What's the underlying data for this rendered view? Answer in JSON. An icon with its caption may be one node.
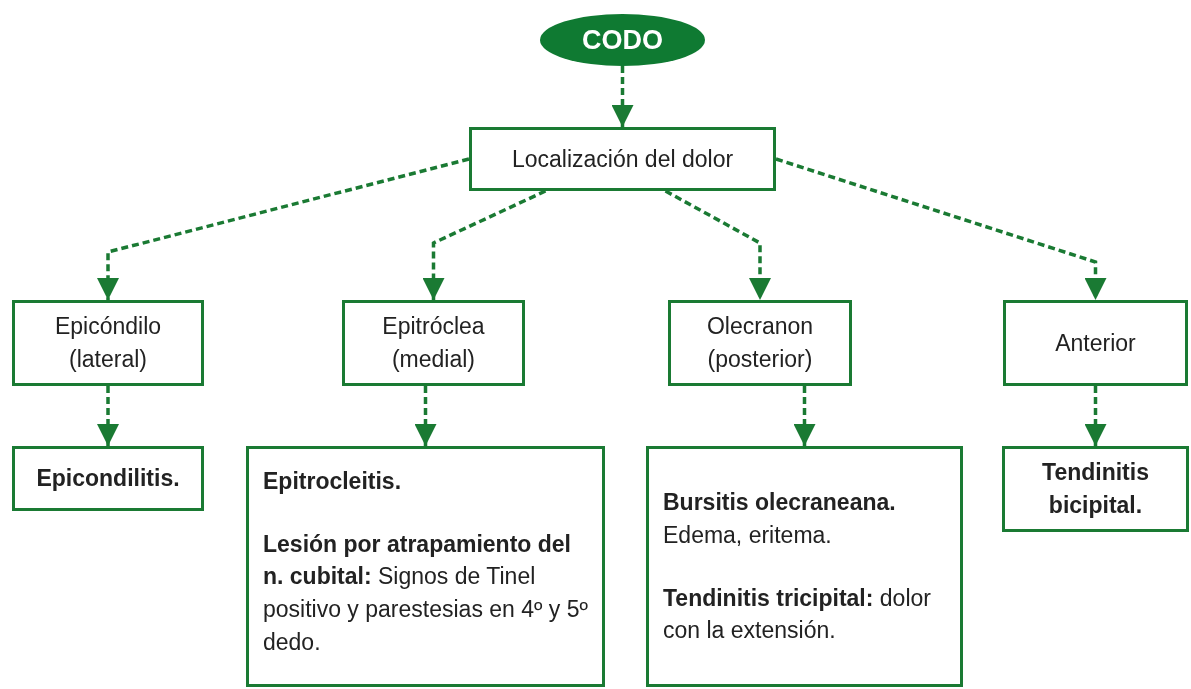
{
  "diagram": {
    "nodes": [
      {
        "text": [
          "CODO"
        ]
      },
      {
        "text": [
          "Localización del dolor"
        ]
      },
      {
        "text": [
          "Epicóndilo (lateral)"
        ]
      },
      {
        "text": [
          "Epitróclea (medial)"
        ]
      },
      {
        "text": [
          "Olecranon (posterior)"
        ]
      },
      {
        "text": [
          "Anterior"
        ]
      },
      {
        "text": [
          "Epicondilitis."
        ]
      },
      {
        "text": [
          "Epitrocleitis.",
          "**Lesión por atrapamiento del n. cubital:** Signos de Tinel positivo y parestesias en 4º y 5º dedo."
        ]
      },
      {
        "text": [
          "**Bursitis olecraneana.** Edema, eritema.",
          "**Tendinitis tricipital:** dolor con la extensión."
        ]
      },
      {
        "text": [
          "Tendinitis bicipital."
        ]
      }
    ],
    "edges": [
      {
        "from": 0,
        "to": 1,
        "arrow": "to",
        "style": "dashed"
      },
      {
        "from": 1,
        "to": 2,
        "arrow": "to",
        "style": "dashed"
      },
      {
        "from": 1,
        "to": 3,
        "arrow": "to",
        "style": "dashed"
      },
      {
        "from": 1,
        "to": 4,
        "arrow": "to",
        "style": "dashed"
      },
      {
        "from": 1,
        "to": 5,
        "arrow": "to",
        "style": "dashed"
      },
      {
        "from": 2,
        "to": 6,
        "arrow": "to",
        "style": "dashed"
      },
      {
        "from": 3,
        "to": 7,
        "arrow": "to",
        "style": "dashed"
      },
      {
        "from": 4,
        "to": 8,
        "arrow": "to",
        "style": "dashed"
      },
      {
        "from": 5,
        "to": 9,
        "arrow": "to",
        "style": "dashed"
      }
    ]
  }
}
